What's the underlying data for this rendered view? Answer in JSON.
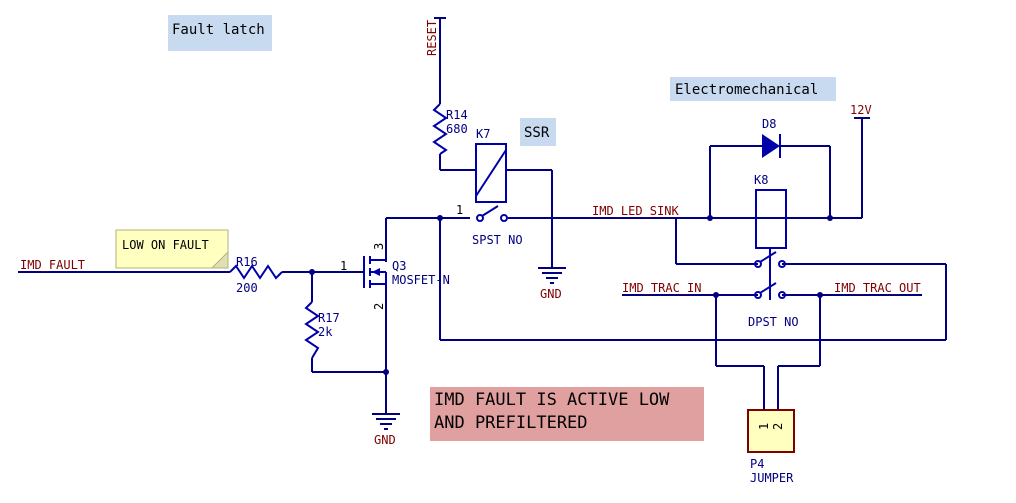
{
  "notes": {
    "fault_latch": "Fault latch",
    "electromechanical": "Electromechanical",
    "ssr": "SSR",
    "low_on_fault": "LOW ON FAULT",
    "warning_line1": "IMD FAULT IS ACTIVE LOW",
    "warning_line2": "AND PREFILTERED"
  },
  "nets": {
    "reset": "RESET",
    "imd_fault": "IMD_FAULT",
    "imd_led_sink": "IMD_LED_SINK",
    "imd_trac_in": "IMD_TRAC_IN",
    "imd_trac_out": "IMD_TRAC_OUT",
    "v12": "12V",
    "gnd1": "GND",
    "gnd2": "GND"
  },
  "components": {
    "r14": {
      "ref": "R14",
      "value": "680"
    },
    "r16": {
      "ref": "R16",
      "value": "200"
    },
    "r17": {
      "ref": "R17",
      "value": "2k"
    },
    "q3": {
      "ref": "Q3",
      "value": "MOSFET-N"
    },
    "k7": {
      "ref": "K7",
      "value": "SPST NO"
    },
    "k8": {
      "ref": "K8",
      "value": "DPST NO"
    },
    "d8": {
      "ref": "D8"
    },
    "p4": {
      "ref": "P4",
      "value": "JUMPER"
    }
  },
  "pins": {
    "q3_gate": "1",
    "q3_drain": "3",
    "q3_source": "2",
    "k7_pin": "1",
    "p4_pin1": "1",
    "p4_pin2": "2"
  },
  "colors": {
    "wire": "#000080",
    "part": "#0000aa",
    "net_label": "#800000",
    "note_blue": "#c8daf0",
    "note_yellow": "#ffffc0",
    "warning_red": "#e0a0a0",
    "jumper_fill": "#ffffc0"
  }
}
